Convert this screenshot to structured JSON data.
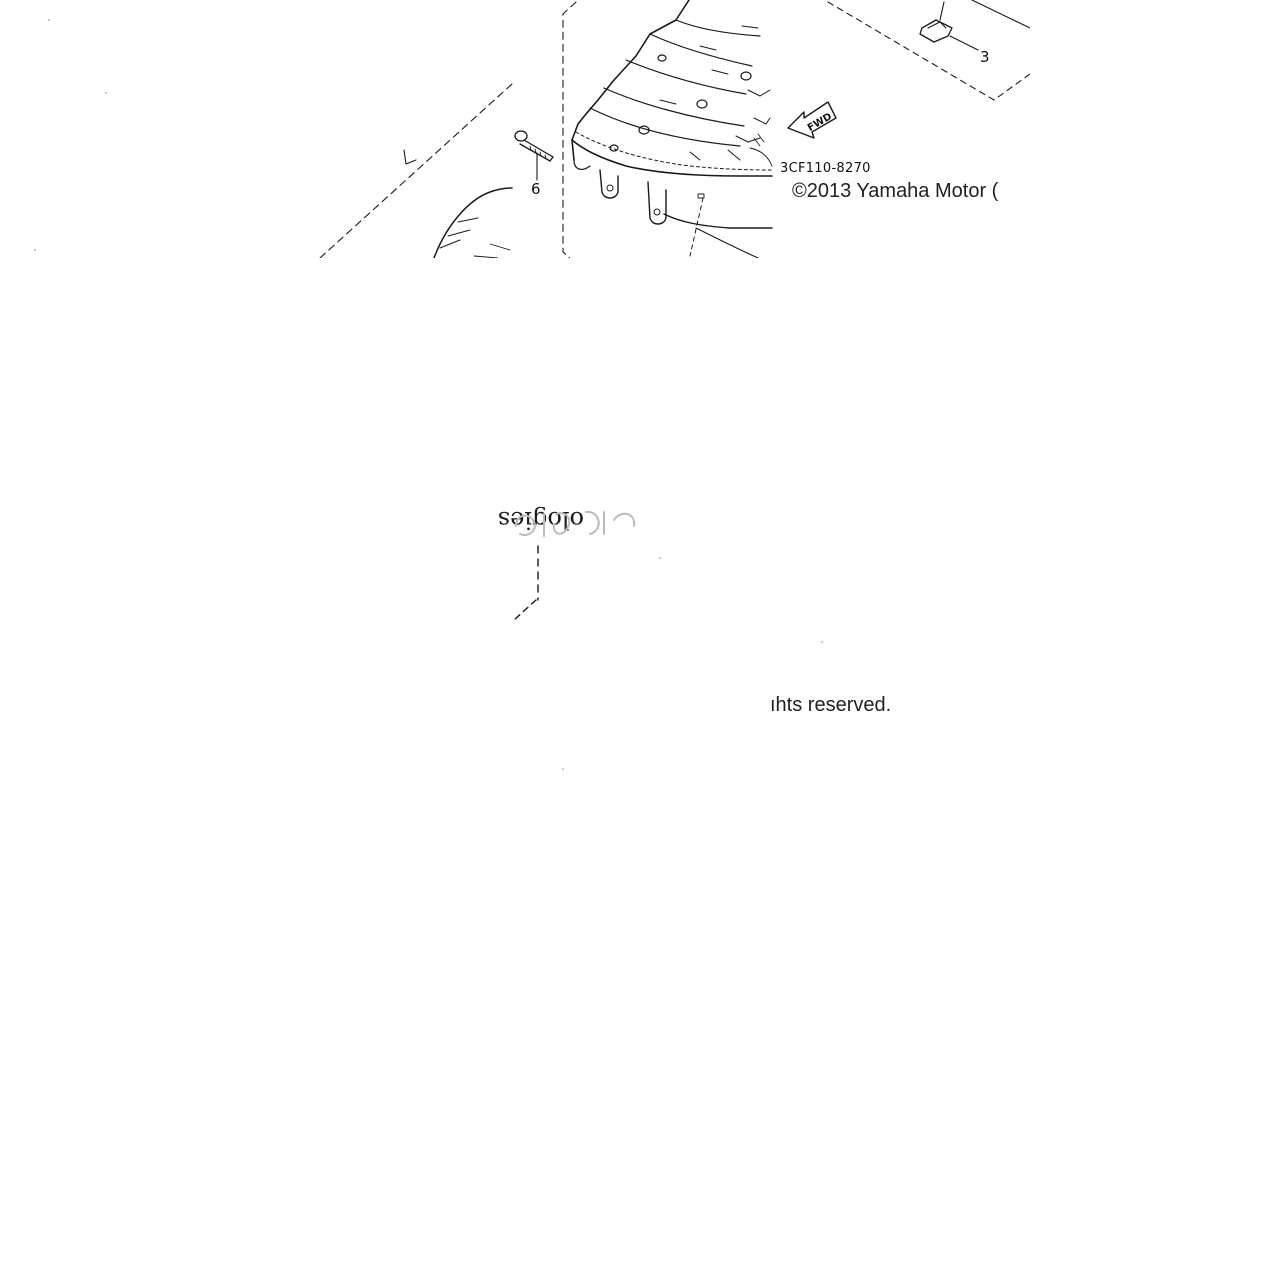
{
  "diagram": {
    "callouts": [
      {
        "id": "callout-3",
        "label": "3"
      },
      {
        "id": "callout-6",
        "label": "6"
      }
    ],
    "part_code": "3CF110-8270",
    "copyright": "©2013 Yamaha Motor (",
    "rights": "ıhts reserved.",
    "watermark": "ologies",
    "fwd_label": "FWD",
    "colors": {
      "line": "#1a1a1a",
      "background": "#ffffff",
      "watermark": "#bbbbbb"
    }
  }
}
